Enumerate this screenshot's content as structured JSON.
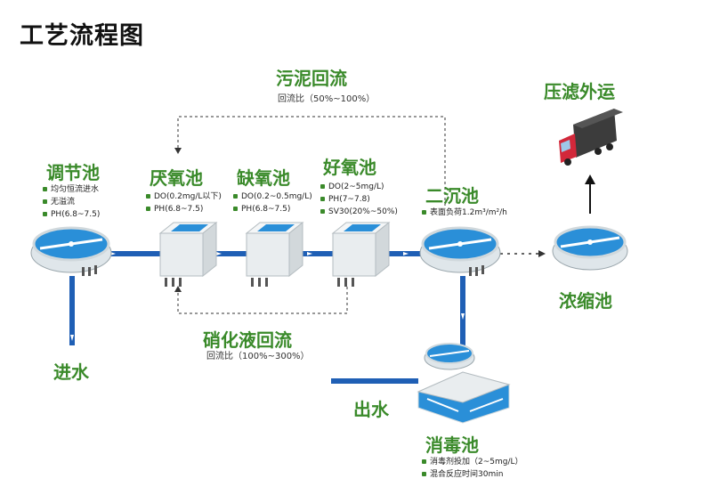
{
  "title": "工艺流程图",
  "recycle_sludge": {
    "label": "污泥回流",
    "ratio": "回流比（50%~100%）"
  },
  "recycle_nitrate": {
    "label": "硝化液回流",
    "ratio": "回流比（100%~300%）"
  },
  "stages": {
    "tiaojie": {
      "name": "调节池",
      "bullets": [
        "均匀恒流进水",
        "无溢流",
        "PH(6.8~7.5)"
      ]
    },
    "yanyang": {
      "name": "厌氧池",
      "bullets": [
        "DO(0.2mg/L以下)",
        "PH(6.8~7.5)"
      ]
    },
    "queyang": {
      "name": "缺氧池",
      "bullets": [
        "DO(0.2~0.5mg/L)",
        "PH(6.8~7.5)"
      ]
    },
    "haoyang": {
      "name": "好氧池",
      "bullets": [
        "DO(2~5mg/L)",
        "PH(7~7.8)",
        "SV30(20%~50%)"
      ]
    },
    "erchen": {
      "name": "二沉池",
      "bullets": [
        "表面负荷1.2m³/m²/h"
      ]
    },
    "nongsuo": {
      "name": "浓缩池"
    },
    "xiaodu": {
      "name": "消毒池",
      "bullets": [
        "消毒剂投加（2~5mg/L）",
        "混合反应时间30min"
      ]
    }
  },
  "inlet": "进水",
  "outlet": "出水",
  "press": "压滤外运",
  "colors": {
    "green": "#3a8a2a",
    "pipe": "#1f5fb5",
    "tank": "#2a8fd8"
  }
}
